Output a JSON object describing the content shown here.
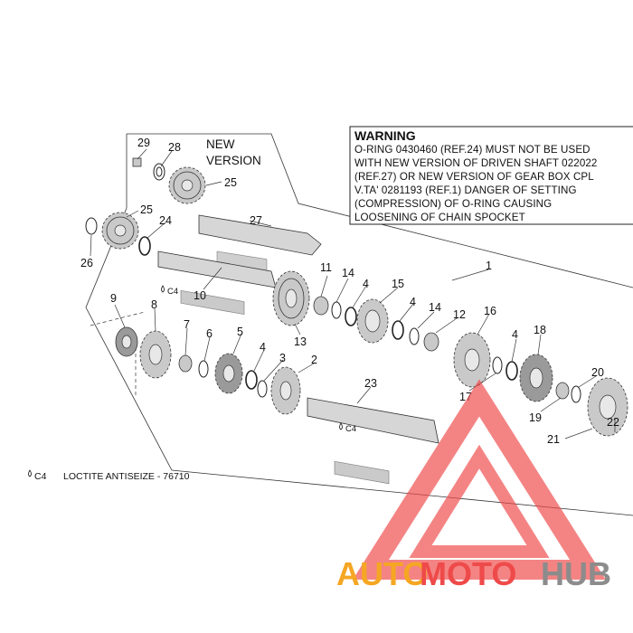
{
  "warning": {
    "title": "WARNING",
    "lines": [
      "O-RING 0430460 (REF.24) MUST NOT BE USED",
      "WITH NEW VERSION OF DRIVEN SHAFT 022022",
      "(REF.27) OR NEW VERSION OF GEAR BOX CPL",
      "V.TA' 0281193 (REF.1) DANGER OF SETTING",
      "(COMPRESSION) OF O-RING CAUSING",
      "LOOSENING OF CHAIN SPOCKET"
    ]
  },
  "new_version_label": [
    "NEW",
    "VERSION"
  ],
  "callouts": {
    "c29": "29",
    "c28": "28",
    "c25a": "25",
    "c27": "27",
    "c25b": "25",
    "c24": "24",
    "c26": "26",
    "c10": "10",
    "c1": "1",
    "c11": "11",
    "c14a": "14",
    "c4a": "4",
    "c15": "15",
    "c4b": "4",
    "c14b": "14",
    "c12": "12",
    "c13": "13",
    "c9": "9",
    "c8": "8",
    "c7": "7",
    "c6": "6",
    "c5": "5",
    "c4c": "4",
    "c3": "3",
    "c2": "2",
    "c23": "23",
    "c16": "16",
    "c4d": "4",
    "c18": "18",
    "c17": "17",
    "c20": "20",
    "c19": "19",
    "c21": "21",
    "c22": "22"
  },
  "loctite_marks": {
    "m1": "C4",
    "m2": "C4",
    "legend_code": "C4"
  },
  "legend_text": "LOCTITE ANTISEIZE - 76710",
  "watermark": {
    "part1": "AUTO",
    "part2": "MOTO",
    "part3": "HUB"
  },
  "colors": {
    "watermark_red": "#ef4a4a",
    "watermark_orange": "#f5a623",
    "watermark_gray": "#8c8c8c"
  }
}
